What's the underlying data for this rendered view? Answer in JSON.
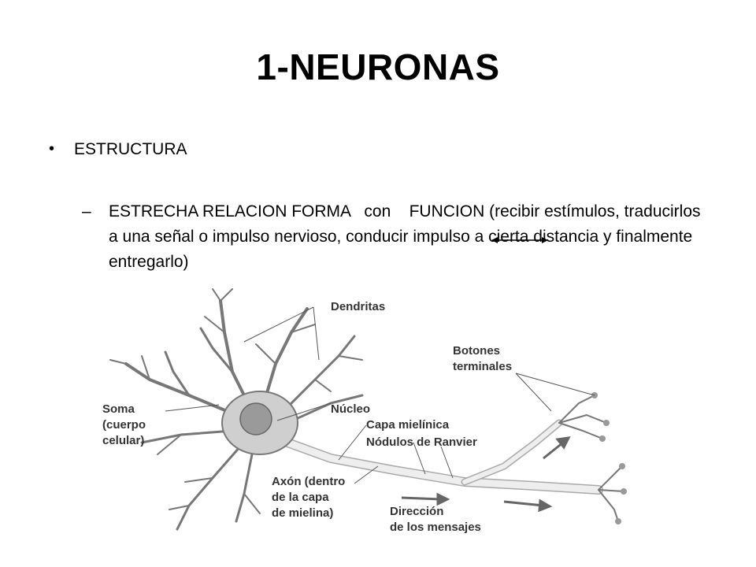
{
  "slide": {
    "title": "1-NEURONAS",
    "bullet": "ESTRUCTURA",
    "sub_bullet": {
      "part1": "ESTRECHA RELACION FORMA",
      "part2": "con",
      "part3": "FUNCION (recibir estímulos, traducirlos a una señal o impulso nervioso, conducir impulso a cierta distancia y finalmente entregarlo)"
    }
  },
  "diagram": {
    "labels": {
      "dendritas": "Dendritas",
      "botones_1": "Botones",
      "botones_2": "terminales",
      "soma_1": "Soma",
      "soma_2": "(cuerpo",
      "soma_3": "celular)",
      "nucleo": "Núcleo",
      "capa": "Capa mielínica",
      "nodulos": "Nódulos de Ranvier",
      "axon_1": "Axón (dentro",
      "axon_2": "de la capa",
      "axon_3": "de mielina)",
      "direccion_1": "Dirección",
      "direccion_2": "de los mensajes"
    }
  }
}
